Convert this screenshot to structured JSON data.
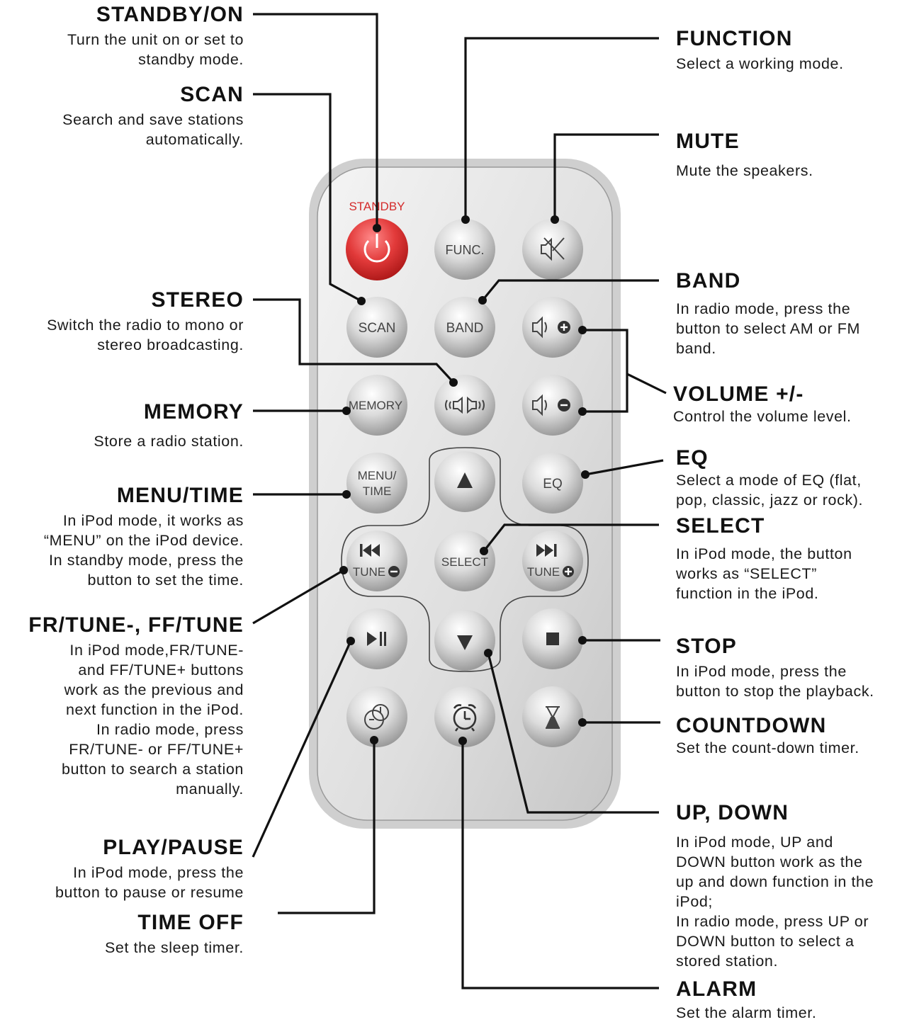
{
  "remote": {
    "standby_caption": "STANDBY",
    "buttons": {
      "func": "FUNC.",
      "scan": "SCAN",
      "band": "BAND",
      "memory": "MEMORY",
      "menu_time_line1": "MENU/",
      "menu_time_line2": "TIME",
      "eq": "EQ",
      "select": "SELECT",
      "tune_minus": "TUNE",
      "tune_plus": "TUNE"
    }
  },
  "callouts": {
    "standby_on": {
      "title": "STANDBY/ON",
      "desc": "Turn the unit on or set to\nstandby mode."
    },
    "scan": {
      "title": "SCAN",
      "desc": "Search and save stations\nautomatically."
    },
    "stereo": {
      "title": "STEREO",
      "desc": "Switch the radio to mono or\nstereo broadcasting."
    },
    "memory": {
      "title": "MEMORY",
      "desc": "Store a radio station."
    },
    "menu_time": {
      "title": "MENU/TIME",
      "desc": "In iPod mode, it works as\n“MENU” on the iPod device.\nIn standby mode, press the\nbutton to set the time."
    },
    "fr_ff": {
      "title": "FR/TUNE-, FF/TUNE",
      "desc": "In iPod mode,FR/TUNE-\nand FF/TUNE+ buttons\nwork as the previous and\nnext function in the iPod.\nIn radio mode, press\nFR/TUNE- or FF/TUNE+\nbutton to search a station\nmanually."
    },
    "play_pause": {
      "title": "PLAY/PAUSE",
      "desc": "In iPod mode, press the\nbutton to pause or resume"
    },
    "time_off": {
      "title": "TIME OFF",
      "desc": "Set the sleep timer."
    },
    "function": {
      "title": "FUNCTION",
      "desc": "Select a working mode."
    },
    "mute": {
      "title": "MUTE",
      "desc": "Mute the speakers."
    },
    "band": {
      "title": "BAND",
      "desc": "In radio mode, press the\nbutton to select AM or FM\nband."
    },
    "volume": {
      "title": "VOLUME +/-",
      "desc": "Control the volume level."
    },
    "eq": {
      "title": "EQ",
      "desc": "Select a mode of EQ (flat,\npop, classic, jazz or rock)."
    },
    "select": {
      "title": "SELECT",
      "desc": "In iPod mode, the button\nworks as “SELECT”\nfunction in the iPod."
    },
    "stop": {
      "title": "STOP",
      "desc": "In iPod mode, press the\nbutton to stop the playback."
    },
    "countdown": {
      "title": "COUNTDOWN",
      "desc": "Set the count-down timer."
    },
    "up_down": {
      "title": "UP, DOWN",
      "desc": "In iPod mode, UP and\nDOWN button work as the\nup and down function in the\niPod;\nIn radio mode, press UP or\nDOWN button to select a\nstored station."
    },
    "alarm": {
      "title": "ALARM",
      "desc": "Set the alarm timer."
    }
  }
}
